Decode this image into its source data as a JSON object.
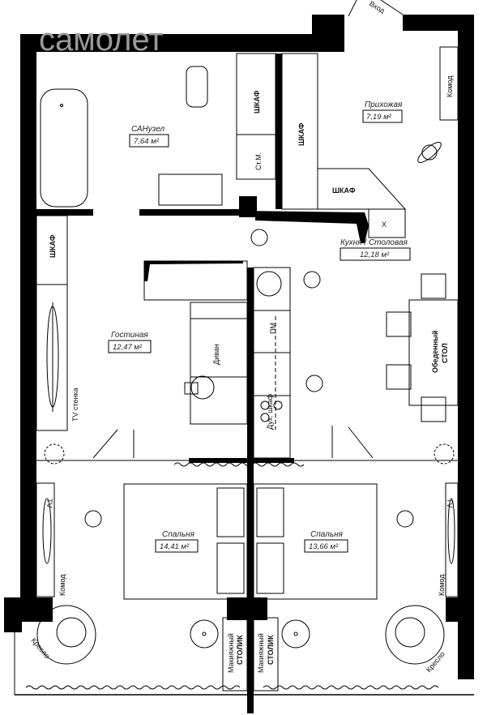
{
  "watermark": "самолет",
  "entrance_label": "Вход",
  "rooms": {
    "bathroom": {
      "name": "САНузел",
      "area": "7,64 м²"
    },
    "hallway": {
      "name": "Прихожая",
      "area": "7,19 м²"
    },
    "kitchen": {
      "name": "Кухня / Столовая",
      "area": "12,18 м²"
    },
    "living": {
      "name": "Гостиная",
      "area": "12,47 м²"
    },
    "bedroom_left": {
      "name": "Спальня",
      "area": "14,41 м²"
    },
    "bedroom_right": {
      "name": "Спальня",
      "area": "13,66 м²"
    }
  },
  "furniture": {
    "wardrobe": "ШКАФ",
    "washing_machine": "Ст.М.",
    "dresser": "Комод",
    "x_mark": "X",
    "sofa": "Диван",
    "dishwasher": "ПМ",
    "oven": "Дух. шкаф",
    "tv_wall": "TV стенка",
    "dining_table": [
      "Обеденный",
      "СТОЛ"
    ],
    "tv": "TV",
    "armchair": "Кресло",
    "vanity": [
      "Макияжный",
      "СТОЛИК"
    ]
  }
}
